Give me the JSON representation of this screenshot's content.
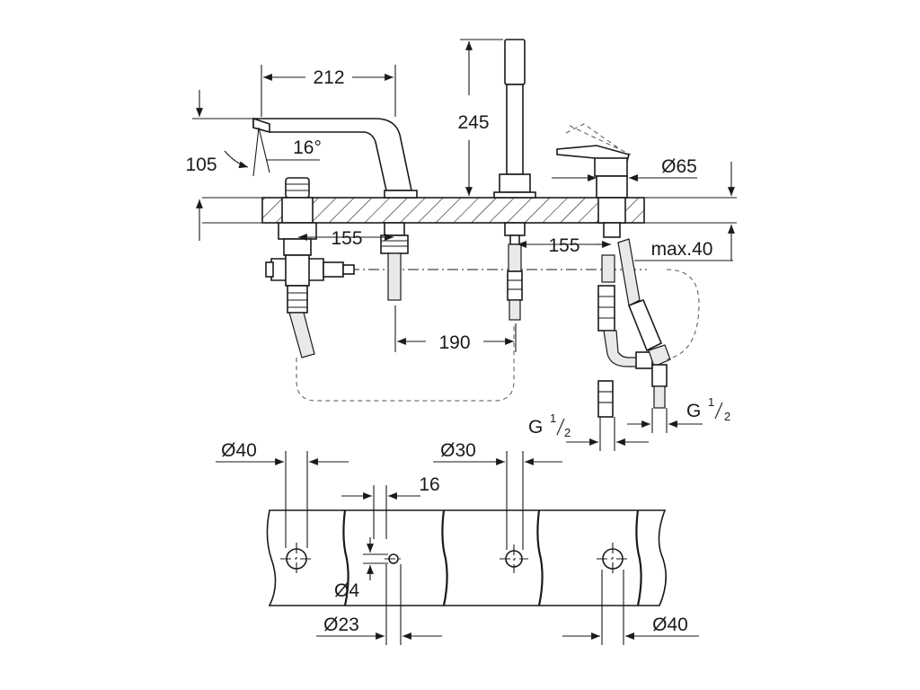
{
  "dimensions": {
    "spout_reach": "212",
    "spout_height": "105",
    "spout_angle": "16°",
    "handshower_height": "245",
    "lever_diameter": "Ø65",
    "left_spacing": "155",
    "right_spacing": "155",
    "deck_thickness": "max.40",
    "center_spacing": "190",
    "connection_left": {
      "prefix": "G",
      "num": "1",
      "den": "2"
    },
    "connection_right": {
      "prefix": "G",
      "num": "1",
      "den": "2"
    },
    "hole_1_diameter": "Ø40",
    "hole_2_diameter": "Ø30",
    "hole_3_diameter": "Ø40",
    "small_hole_offset": "16",
    "small_hole_diameter": "Ø4",
    "small_hole_outer_diameter": "Ø23"
  }
}
